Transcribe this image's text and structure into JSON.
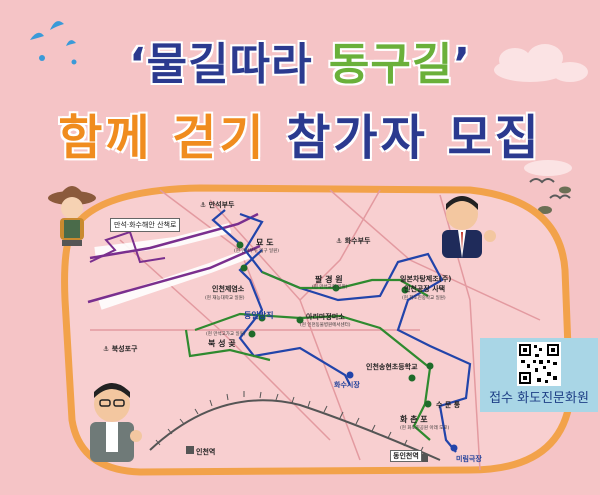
{
  "title": {
    "line1_part1": "‘물길따라 ",
    "line1_part2": "동구길",
    "line1_part3": "’",
    "line2_part1": "함께 걷기 ",
    "line2_part2": "참가자 모집"
  },
  "colors": {
    "background": "#f5c4c6",
    "navy": "#2b3a8f",
    "green": "#6ab03a",
    "orange": "#f08c1e",
    "map_bg": "#f8cfd0",
    "map_border": "#f2a24a",
    "route_blue": "#2244aa",
    "route_green": "#2f8a2f",
    "route_purple": "#7a2f8e"
  },
  "places": {
    "manseok_budu": "만석부두",
    "manseok_hwasu_trail": "만석·화수해안 산책로",
    "hwasu_budu": "화수부두",
    "myodo": "묘 도",
    "myodo_sub": "(현 만석부두 입구 일원)",
    "pal_gyeong_won": "팔 경 원",
    "pal_gyeong_won_sub": "(현 만석교회 일원)",
    "ilbon_factory": "일본차탕제조(주)",
    "incheon_factory_house": "인천공장 사택",
    "ilbon_factory_sub": "(현 화도진중학교 일원)",
    "incheon_jeyeomso": "인천제염소",
    "incheon_jeyeomso_sub": "(현 재능대학교 일원)",
    "dongil_bangjik": "동일방직",
    "arirang_jeongmiso": "아리마정미소",
    "arirang_sub": "(현 인천동물병원에서센터)",
    "hyeon_sub": "(현 만석고가교 일원)",
    "buksunggot": "북 성 곶",
    "buksung_pogu": "북성포구",
    "hwasu_market": "화수시장",
    "incheon_songhyeon_school": "인천송현초등학교",
    "sumun_tong": "수 문 통",
    "hwachonpo": "화 촌 포",
    "hwachonpo_sub": "(현 화도진공원 아래 도로)",
    "mirim_theater": "미림극장",
    "incheon_station": "인천역",
    "dongincheon_station": "동인천역"
  },
  "registration": {
    "label": "접수 화도진문화원"
  },
  "icons": {
    "anchor": "anchor-icon",
    "qr": "qr-code"
  }
}
